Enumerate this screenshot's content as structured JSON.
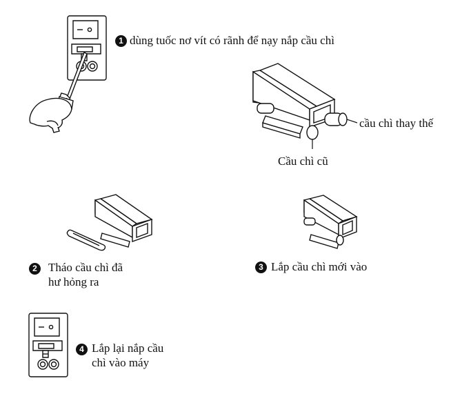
{
  "steps": [
    {
      "number": "1",
      "text": "dùng tuốc nơ vít có rãnh để nạy nắp cầu chì"
    },
    {
      "number": "2",
      "line1": "Tháo cầu chì đã",
      "line2": "hư hỏng ra"
    },
    {
      "number": "3",
      "text": "Lắp cầu chì mới vào"
    },
    {
      "number": "4",
      "line1": "Lắp lại nắp cầu",
      "line2": "chì vào máy"
    }
  ],
  "callouts": {
    "replacement_fuse": "cầu chì thay thế",
    "old_fuse": "Cầu chì cũ"
  },
  "colors": {
    "line": "#111111",
    "fill": "#ffffff",
    "badge": "#111111"
  }
}
